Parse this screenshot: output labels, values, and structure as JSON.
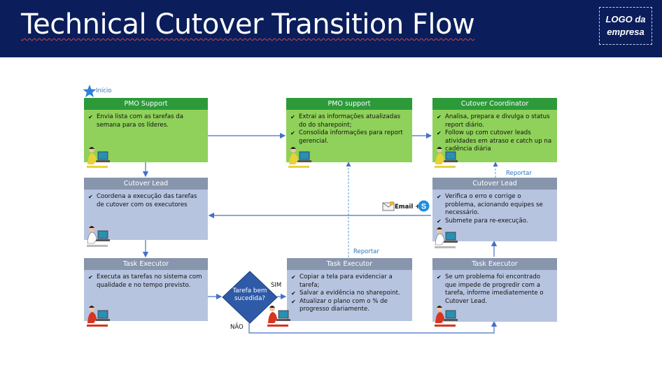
{
  "header": {
    "title": "Technical Cutover Transition Flow",
    "logo_text": "LOGO da empresa"
  },
  "start_label": "Início",
  "boxes": {
    "pmo_support_1": {
      "title": "PMO Support",
      "items": [
        "Envia lista com as tarefas da semana para os líderes."
      ]
    },
    "pmo_support_2": {
      "title": "PMO support",
      "items": [
        "Extrai as informações atualizadas do do sharepoint;",
        "Consolida informações para report gerencial."
      ]
    },
    "cutover_coordinator": {
      "title": "Cutover Coordinator",
      "items": [
        "Analisa, prepara e divulga o status report diário.",
        "Follow up com cutover leads atividades em atraso e catch up na cadência diária"
      ]
    },
    "cutover_lead_1": {
      "title": "Cutover Lead",
      "items": [
        "Coordena a execução das tarefas de cutover com os executores"
      ]
    },
    "cutover_lead_2": {
      "title": "Cutover Lead",
      "items": [
        "Verifica o erro e corrige o problema, acionando equipes se necessário.",
        "Submete para re-execução."
      ]
    },
    "task_executor_1": {
      "title": "Task Executor",
      "items": [
        "Executa as tarefas no sistema com qualidade e no tempo previsto."
      ]
    },
    "task_executor_2": {
      "title": "Task Executor",
      "items": [
        "Copiar a tela para evidenciar a tarefa;",
        "Salvar a evidência no sharepoint.",
        "Atualizar o plano com o % de progresso diariamente."
      ]
    },
    "task_executor_3": {
      "title": "Task Executor",
      "items": [
        "Se um problema foi encontrado que impede de progredir com a tarefa, informe imediatemente o Cutover Lead."
      ]
    }
  },
  "decision": {
    "text": "Tarefa bem sucedida?",
    "yes_label": "SIM",
    "no_label": "NÃO"
  },
  "annotations": {
    "report_1": "Reportar",
    "report_2": "Reportar",
    "email_label": "Email +"
  },
  "colors": {
    "header_bg": "#0b1e5b",
    "green_header": "#2d9a3a",
    "green_body": "#8fd15a",
    "blue_header": "#8795ad",
    "blue_body": "#b7c4e0",
    "decision": "#2f5aa8",
    "connector": "#4472c4"
  }
}
